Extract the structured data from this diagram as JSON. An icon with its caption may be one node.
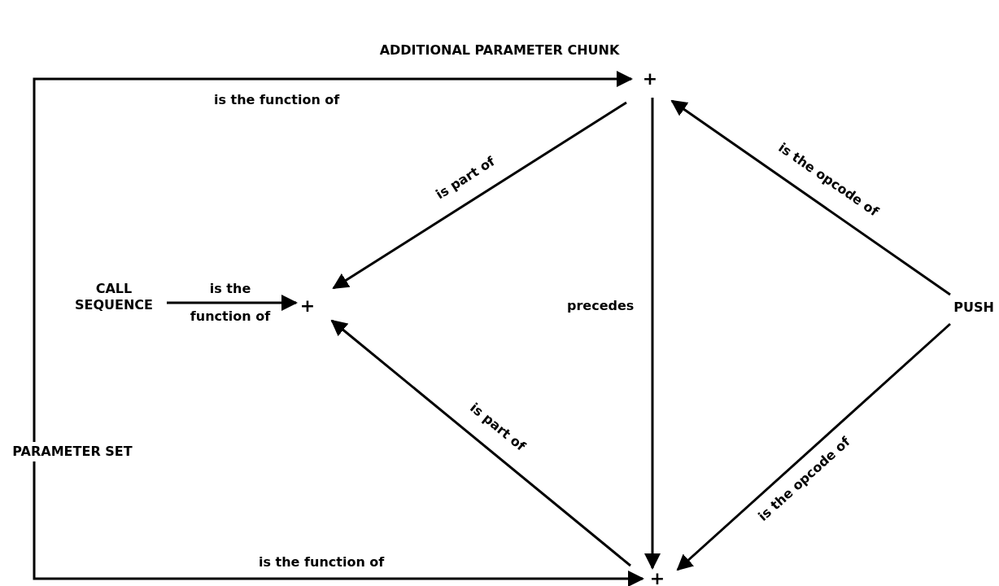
{
  "diagram": {
    "title": "ADDITIONAL PARAMETER CHUNK",
    "nodes": [
      {
        "text": [
          "+"
        ]
      },
      {
        "text": [
          "CALL SEQUENCE"
        ]
      },
      {
        "text": [
          "+"
        ]
      },
      {
        "text": [
          "PUSH"
        ]
      },
      {
        "text": [
          "PARAMETER SET"
        ]
      },
      {
        "text": [
          "+"
        ]
      }
    ],
    "edges": [
      {
        "from": 4,
        "to": 0,
        "arrow": "to",
        "label": "is the function of"
      },
      {
        "from": 4,
        "to": 5,
        "arrow": "to",
        "label": "is the function of"
      },
      {
        "from": 1,
        "to": 2,
        "arrow": "to",
        "label": "is the function of"
      },
      {
        "from": 0,
        "to": 2,
        "arrow": "to",
        "label": "is part of"
      },
      {
        "from": 5,
        "to": 2,
        "arrow": "to",
        "label": "is part of"
      },
      {
        "from": 0,
        "to": 5,
        "arrow": "to",
        "label": "precedes"
      },
      {
        "from": 3,
        "to": 0,
        "arrow": "to",
        "label": "is the opcode of"
      },
      {
        "from": 3,
        "to": 5,
        "arrow": "to",
        "label": "is the opcode of"
      }
    ]
  }
}
